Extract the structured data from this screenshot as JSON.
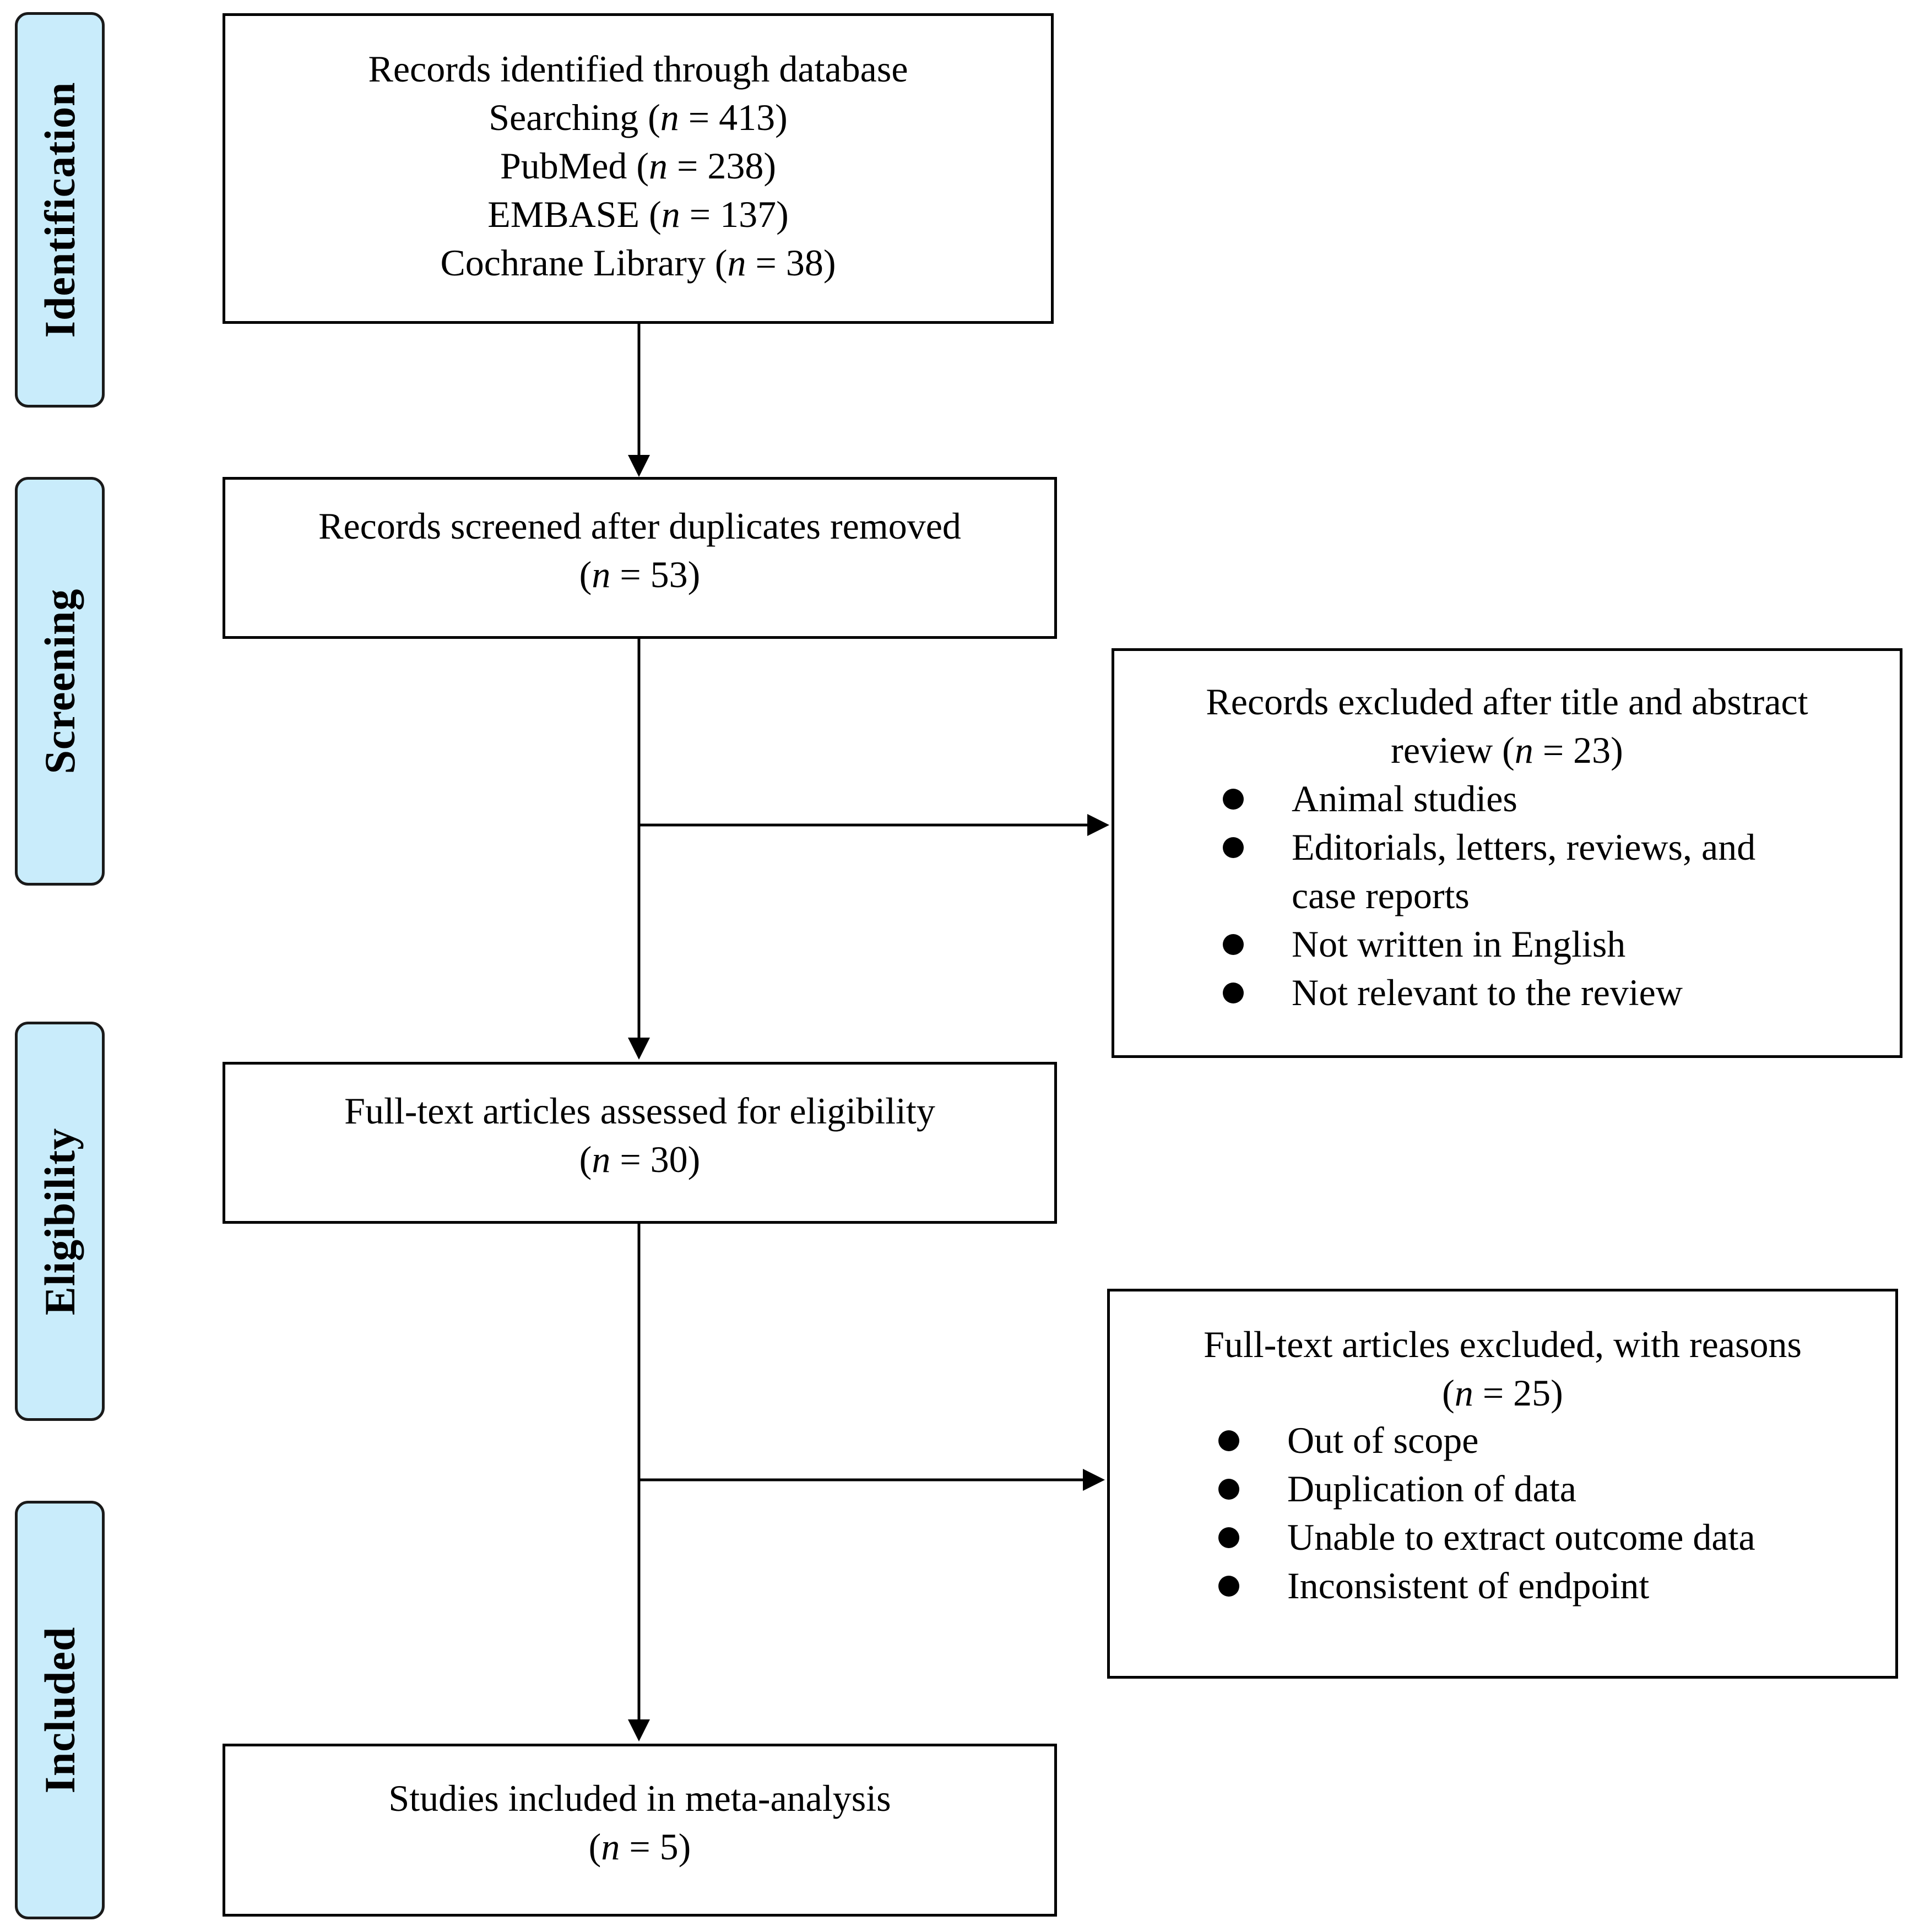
{
  "stages": {
    "identification": "Identification",
    "screening": "Screening",
    "eligibility": "Eligibility",
    "included": "Included"
  },
  "boxes": {
    "identified": {
      "line1": "Records identified through database",
      "line2_prefix": "Searching (",
      "line2_var": "n",
      "line2_suffix": " = 413)",
      "line3_prefix": "PubMed (",
      "line3_var": "n",
      "line3_suffix": " = 238)",
      "line4_prefix": "EMBASE (",
      "line4_var": "n",
      "line4_suffix": " = 137)",
      "line5_prefix": "Cochrane Library (",
      "line5_var": "n",
      "line5_suffix": " = 38)"
    },
    "screened": {
      "line1": "Records screened after duplicates removed",
      "line2_prefix": "(",
      "line2_var": "n",
      "line2_suffix": " = 53)"
    },
    "excluded_title": {
      "line1": "Records excluded after title and abstract",
      "line2_prefix": "review (",
      "line2_var": "n",
      "line2_suffix": " = 23)",
      "reasons": [
        "Animal studies",
        "Editorials, letters, reviews, and",
        "case reports",
        "Not written in English",
        "Not relevant to the review"
      ]
    },
    "fulltext": {
      "line1": "Full-text articles assessed for eligibility",
      "line2_prefix": "(",
      "line2_var": "n",
      "line2_suffix": " = 30)"
    },
    "excluded_fulltext": {
      "line1": "Full-text articles excluded, with reasons",
      "line2_prefix": "(",
      "line2_var": "n",
      "line2_suffix": " = 25)",
      "reasons": [
        "Out of scope",
        "Duplication of data",
        "Unable to extract outcome data",
        "Inconsistent of endpoint"
      ]
    },
    "included": {
      "line1": "Studies included in meta-analysis",
      "line2_prefix": "(",
      "line2_var": "n",
      "line2_suffix": " = 5)"
    }
  },
  "colors": {
    "stage_fill": "#c9ecfb",
    "stroke": "#000000"
  }
}
